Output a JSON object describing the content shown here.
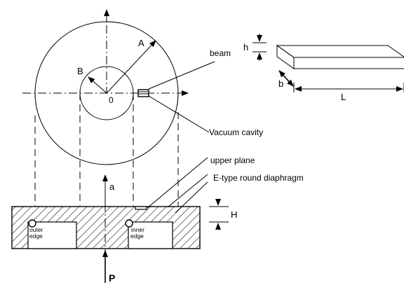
{
  "labels": {
    "A": "A",
    "B": "B",
    "O": "0",
    "beam": "beam",
    "h": "h",
    "b": "b",
    "L": "L",
    "vacuum_cavity": "Vacuum cavity",
    "upper_plane": "upper plane",
    "diaphragm": "E-type round diaphragm",
    "a": "a",
    "H": "H",
    "outer_edge_1": "outer",
    "outer_edge_2": "edge",
    "inner_edge_1": "inner",
    "inner_edge_2": "edge",
    "P": "P"
  },
  "colors": {
    "ink": "#000000",
    "background": "#ffffff"
  }
}
